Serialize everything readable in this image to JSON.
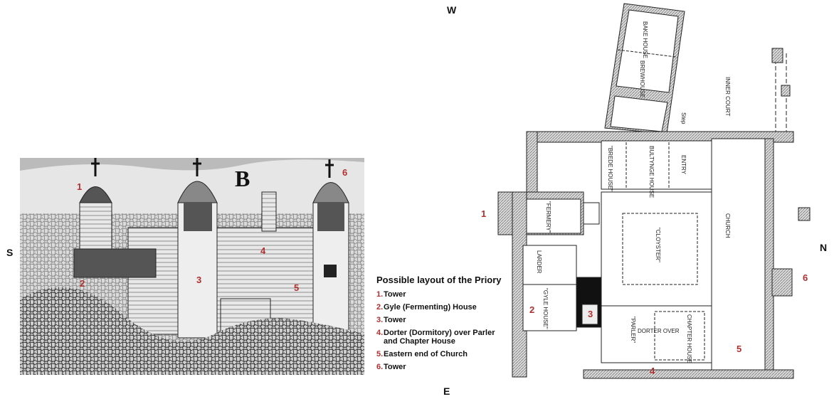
{
  "compass": {
    "west": "W",
    "south": "S",
    "north": "N",
    "east": "E"
  },
  "legend": {
    "title": "Possible layout of the Priory",
    "items": [
      {
        "num": "1.",
        "label": "Tower"
      },
      {
        "num": "2.",
        "label": "Gyle (Fermenting) House"
      },
      {
        "num": "3.",
        "label": "Tower"
      },
      {
        "num": "4.",
        "label": "Dorter (Dormitory) over Parler and Chapter House"
      },
      {
        "num": "5.",
        "label": "Eastern end of Church"
      },
      {
        "num": "6.",
        "label": "Tower"
      }
    ]
  },
  "sketch": {
    "letter": "B",
    "markers": [
      "1",
      "2",
      "3",
      "4",
      "5",
      "6"
    ]
  },
  "plan": {
    "rooms": {
      "bakehouse": "BAKE HOUSE",
      "brewhouse": "BREWHOUSE",
      "inner_court": "INNER COURT",
      "step": "Step",
      "brede_house": "\"BREDE HOUSE\"",
      "bultynge_house": "BULTYNGE HOUSE",
      "entry": "ENTRY",
      "fermery": "\"FERMERY\"",
      "cloyster": "\"CLOYSTER\"",
      "church": "CHURCH",
      "larder": "LARDER",
      "gyle_house": "\"GYLE HOUSE\"",
      "parler": "\"PARLER\"",
      "dorter_over": "DORTER OVER",
      "chapter_house": "CHAPTER HOUSE"
    },
    "markers": [
      "1",
      "2",
      "3",
      "4",
      "5",
      "6"
    ]
  }
}
